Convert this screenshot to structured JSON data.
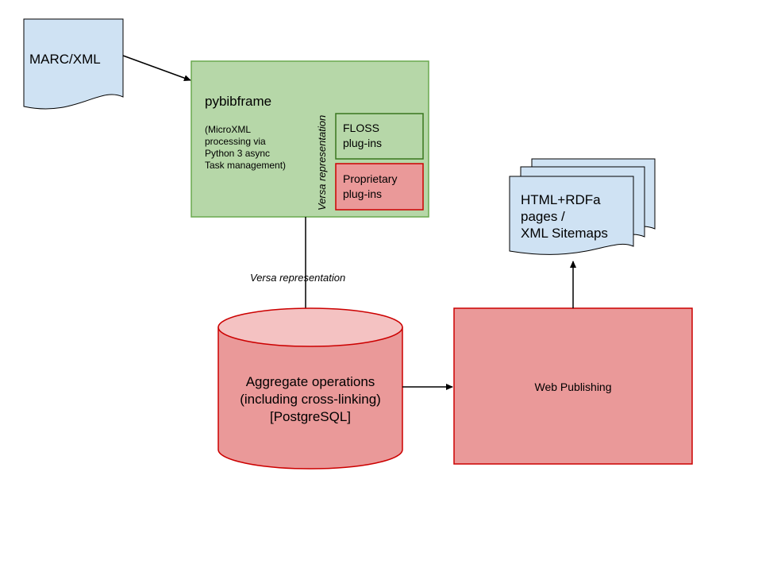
{
  "colors": {
    "doc_fill": "#cfe2f3",
    "green_fill": "#b6d7a8",
    "green_stroke": "#6aa84f",
    "red_fill": "#ea9999",
    "red_stroke": "#cc0000",
    "cyl_top": "#f4c2c2",
    "line": "#000000"
  },
  "nodes": {
    "marc": {
      "label": "MARC/XML"
    },
    "pybibframe": {
      "title": "pybibframe",
      "note_lines": [
        "(MicroXML",
        "processing via",
        "Python 3 async",
        "Task management)"
      ],
      "vertical_label": "Versa representation"
    },
    "floss": {
      "lines": [
        "FLOSS",
        "plug-ins"
      ]
    },
    "proprietary": {
      "lines": [
        "Proprietary",
        "plug-ins"
      ]
    },
    "aggregate": {
      "lines": [
        "Aggregate operations",
        "(including cross-linking)",
        "[PostgreSQL]"
      ]
    },
    "web_publishing": {
      "label": "Web Publishing"
    },
    "html_pages": {
      "lines": [
        "HTML+RDFa",
        "pages /",
        "XML Sitemaps"
      ]
    }
  },
  "edges": {
    "pyb_to_db_label": "Versa representation"
  }
}
